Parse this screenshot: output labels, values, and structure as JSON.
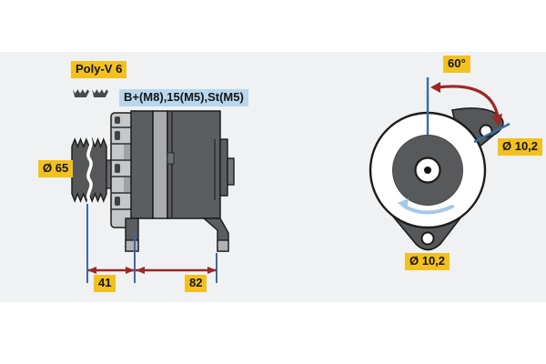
{
  "side_view": {
    "belt_label": "Poly-V 6",
    "terminal_label": "B+(M8),15(M5),St(M5)",
    "pulley_diameter_label": "Ø 65",
    "dim_pulley_to_mount": "41",
    "dim_mount_span": "82"
  },
  "front_view": {
    "mount_angle_label": "60°",
    "top_hole_diameter_label": "Ø 10,2",
    "bottom_hole_diameter_label": "Ø 10,2"
  },
  "icons": {
    "belt_profile": "poly-v-belt-profile-icon",
    "angle_arrow": "angle-arc-double-arrow-icon",
    "rotation_arrow": "rotation-direction-arrow-icon"
  },
  "colors": {
    "label_yellow": "#F2C11E",
    "label_blue": "#B9D6EC",
    "dimension_arrow_red": "#9C2723",
    "dimension_line_blue": "#3B6BA5",
    "rotation_arrow_blue": "#A6C9E6",
    "body_dark_gray": "#5B5D5F",
    "stator_gray": "#A8AAAC",
    "fins_gray": "#C6C7C8",
    "background_band": "#EFF1F3"
  }
}
